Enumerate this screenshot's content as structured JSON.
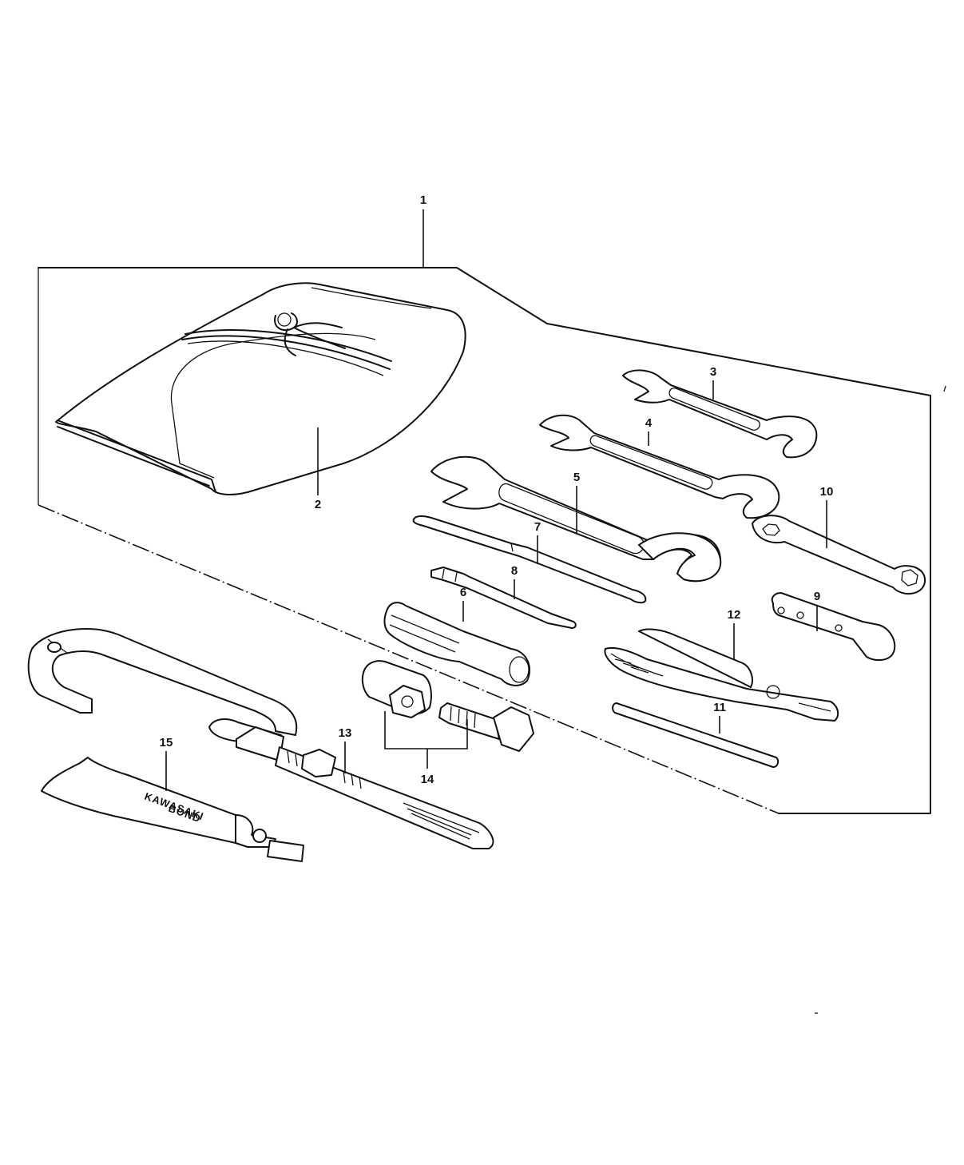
{
  "callouts": {
    "c1": "1",
    "c2": "2",
    "c3": "3",
    "c4": "4",
    "c5": "5",
    "c6": "6",
    "c7": "7",
    "c8": "8",
    "c9": "9",
    "c10": "10",
    "c11": "11",
    "c12": "12",
    "c13": "13",
    "c14": "14",
    "c15": "15"
  },
  "tube_label": {
    "line1": "KAWASAKI",
    "line2": "BOND"
  }
}
